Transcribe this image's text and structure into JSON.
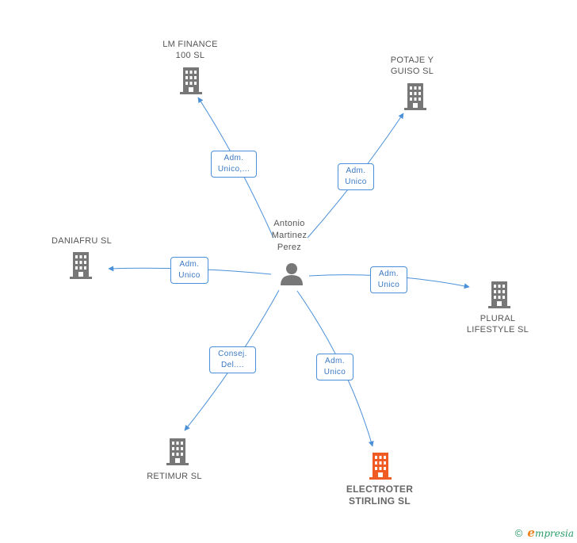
{
  "colors": {
    "edge": "#4a90d9",
    "company_icon": "#777777",
    "focus_icon": "#f05a23",
    "person_icon": "#777777"
  },
  "person": {
    "name": "Antonio\nMartinez\nPerez"
  },
  "companies": {
    "lm_finance": {
      "name": "LM FINANCE\n100  SL"
    },
    "potaje": {
      "name": "POTAJE Y\nGUISO SL"
    },
    "daniafru": {
      "name": "DANIAFRU SL"
    },
    "plural": {
      "name": "PLURAL\nLIFESTYLE SL"
    },
    "retimur": {
      "name": "RETIMUR  SL"
    },
    "electroter": {
      "name": "ELECTROTER\nSTIRLING SL"
    }
  },
  "edges": {
    "lm_finance": {
      "label": "Adm.\nUnico,..."
    },
    "potaje": {
      "label": "Adm.\nUnico"
    },
    "daniafru": {
      "label": "Adm.\nUnico"
    },
    "plural": {
      "label": "Adm.\nUnico"
    },
    "retimur": {
      "label": "Consej.\nDel...."
    },
    "electroter": {
      "label": "Adm.\nUnico"
    }
  },
  "footer": {
    "copyright": "©",
    "brand_e": "e",
    "brand_rest": "mpresia"
  }
}
